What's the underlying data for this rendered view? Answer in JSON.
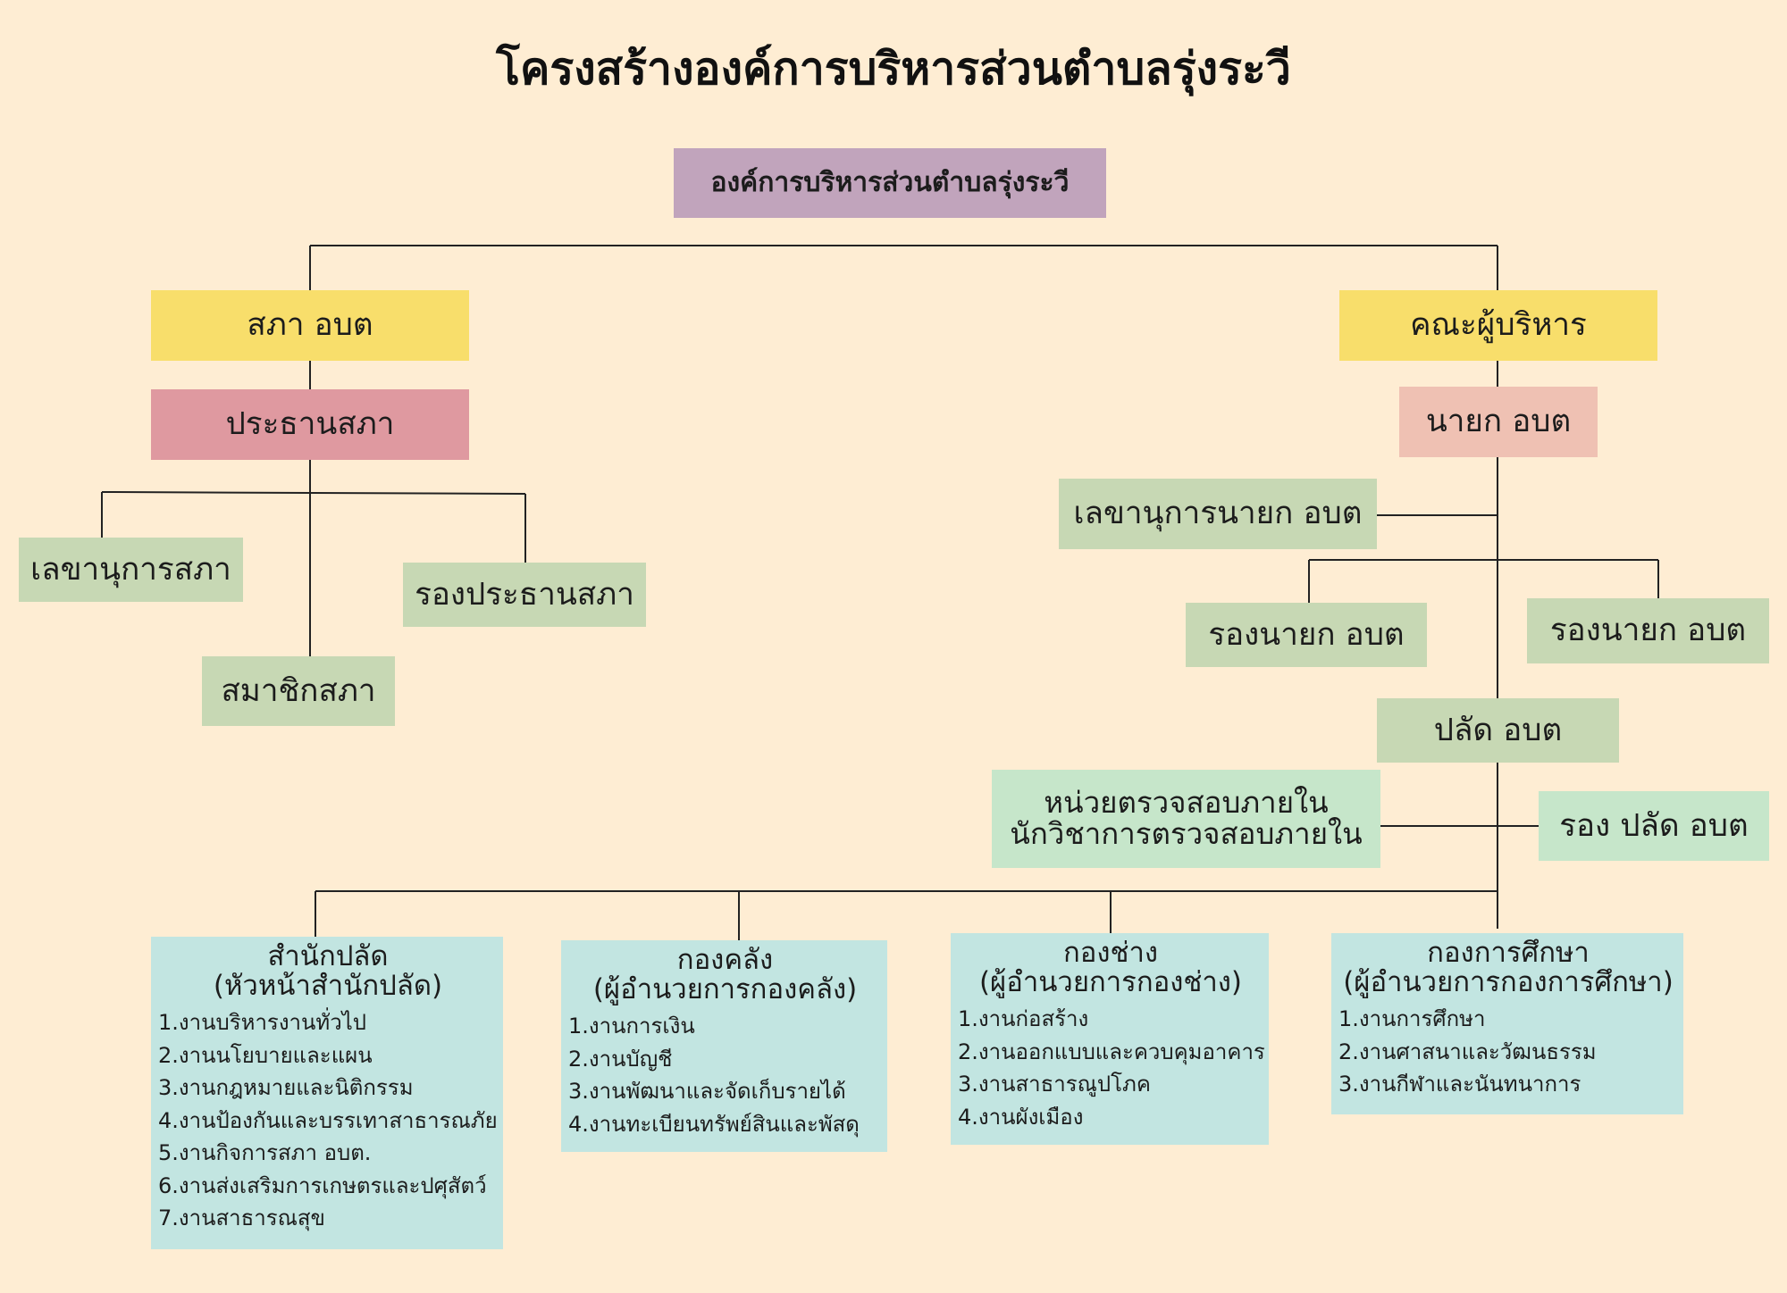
{
  "title": "โครงสร้างองค์การบริหารส่วนตำบลรุ่งระวี",
  "root": "องค์การบริหารส่วนตำบลรุ่งระวี",
  "council": {
    "head": "สภา อบต",
    "chair": "ประธานสภา",
    "secretary": "เลขานุการสภา",
    "vice_chair": "รองประธานสภา",
    "members": "สมาชิกสภา"
  },
  "executive": {
    "head": "คณะผู้บริหาร",
    "mayor": "นายก อบต",
    "mayor_secretary": "เลขานุการนายก อบต",
    "deputy_mayor_1": "รองนายก อบต",
    "deputy_mayor_2": "รองนายก อบต",
    "chief_admin": "ปลัด  อบต",
    "internal_audit_line1": "หน่วยตรวจสอบภายใน",
    "internal_audit_line2": "นักวิชาการตรวจสอบภายใน",
    "deputy_chief_admin": "รอง ปลัด อบต"
  },
  "departments": [
    {
      "name": "สำนักปลัด",
      "head": "(หัวหน้าสำนักปลัด)",
      "items": [
        "1.งานบริหารงานทั่วไป",
        "2.งานนโยบายและแผน",
        "3.งานกฎหมายและนิติกรรม",
        "4.งานป้องกันและบรรเทาสาธารณภัย",
        "5.งานกิจการสภา อบต.",
        "6.งานส่งเสริมการเกษตรและปศุสัตว์",
        "7.งานสาธารณสุข"
      ]
    },
    {
      "name": "กองคลัง",
      "head": "(ผู้อำนวยการกองคลัง)",
      "items": [
        "1.งานการเงิน",
        "2.งานบัญชี",
        "3.งานพัฒนาและจัดเก็บรายได้",
        "4.งานทะเบียนทรัพย์สินและพัสดุ"
      ]
    },
    {
      "name": "กองช่าง",
      "head": "(ผู้อำนวยการกองช่าง)",
      "items": [
        "1.งานก่อสร้าง",
        "2.งานออกแบบและควบคุมอาคาร",
        "3.งานสาธารณูปโภค",
        "4.งานผังเมือง"
      ]
    },
    {
      "name": "กองการศึกษา",
      "head": "(ผู้อำนวยการกองการศึกษา)",
      "items": [
        "1.งานการศึกษา",
        "2.งานศาสนาและวัฒนธรรม",
        "3.งานกีฬาและนันทนาการ"
      ]
    }
  ],
  "colors": {
    "background": "#FEEDD3",
    "root": "#C1A4BC",
    "head_yellow": "#F8DE6B",
    "chair_pink": "#DF99A0",
    "mayor_salmon": "#EFC1B3",
    "sage": "#C7D8B4",
    "mint": "#C6E6CA",
    "department": "#C2E5E1"
  }
}
